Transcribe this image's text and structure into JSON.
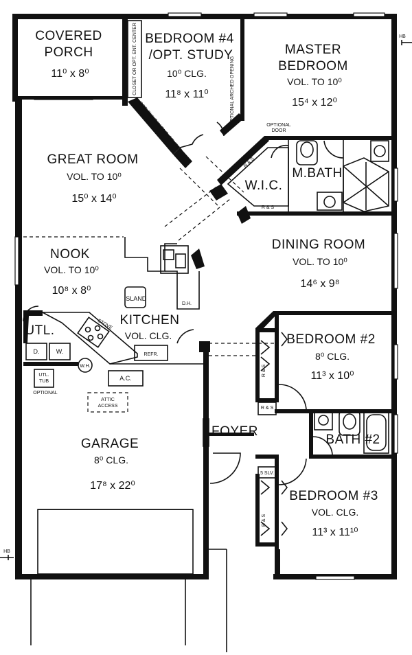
{
  "rooms": {
    "covered_porch": {
      "name_line1": "COVERED",
      "name_line2": "PORCH",
      "size": "11⁰ x 8⁰"
    },
    "bedroom4": {
      "name_line1": "BEDROOM #4",
      "name_line2": "/OPT. STUDY",
      "ceiling": "10⁰ CLG.",
      "size": "11⁸ x 11⁰"
    },
    "master_bedroom": {
      "name_line1": "MASTER",
      "name_line2": "BEDROOM",
      "ceiling": "VOL. TO 10⁰",
      "size": "15⁴ x 12⁰"
    },
    "great_room": {
      "name": "GREAT ROOM",
      "ceiling": "VOL. TO 10⁰",
      "size": "15⁰ x 14⁰"
    },
    "master_bath": {
      "name": "M.BATH"
    },
    "walk_in_closet": {
      "name": "W.I.C."
    },
    "nook": {
      "name": "NOOK",
      "ceiling": "VOL. TO 10⁰",
      "size": "10⁸ x 8⁰"
    },
    "dining_room": {
      "name": "DINING ROOM",
      "ceiling": "VOL. TO 10⁰",
      "size": "14⁶ x 9⁸"
    },
    "kitchen": {
      "name": "KITCHEN",
      "ceiling": "VOL. CLG."
    },
    "utility": {
      "name": "UTL."
    },
    "bedroom2": {
      "name": "BEDROOM #2",
      "ceiling": "8⁰ CLG.",
      "size": "11³ x 10⁰"
    },
    "garage": {
      "name": "GARAGE",
      "ceiling": "8⁰ CLG.",
      "size": "17⁸ x 22⁰"
    },
    "foyer": {
      "name": "FOYER"
    },
    "bath2": {
      "name": "BATH #2"
    },
    "bedroom3": {
      "name": "BEDROOM #3",
      "ceiling": "VOL. CLG.",
      "size": "11³ x 11¹⁰"
    }
  },
  "labels": {
    "closet_opt_ent": "CLOSET OR OPT. ENT. CENTER",
    "opt_built_in": "OPT. BUILT-IN ENT. CENTER",
    "optional_arched": "OPTIONAL ARCHED OPENING",
    "optional_door_line1": "OPTIONAL",
    "optional_door_line2": "DOOR",
    "island": "ISLAND",
    "stove": "STOVE",
    "dw": "D.H.",
    "refr": "REFR.",
    "ac": "A.C.",
    "wh": "W.H.",
    "dryer": "D.",
    "washer": "W.",
    "utl_tub_line1": "UTL.",
    "utl_tub_line2": "TUB",
    "utl_optional": "OPTIONAL",
    "attic_line1": "ATTIC",
    "attic_line2": "ACCESS",
    "rs": "R & S",
    "five_slv": "5 SLV.",
    "hb": "HB"
  }
}
